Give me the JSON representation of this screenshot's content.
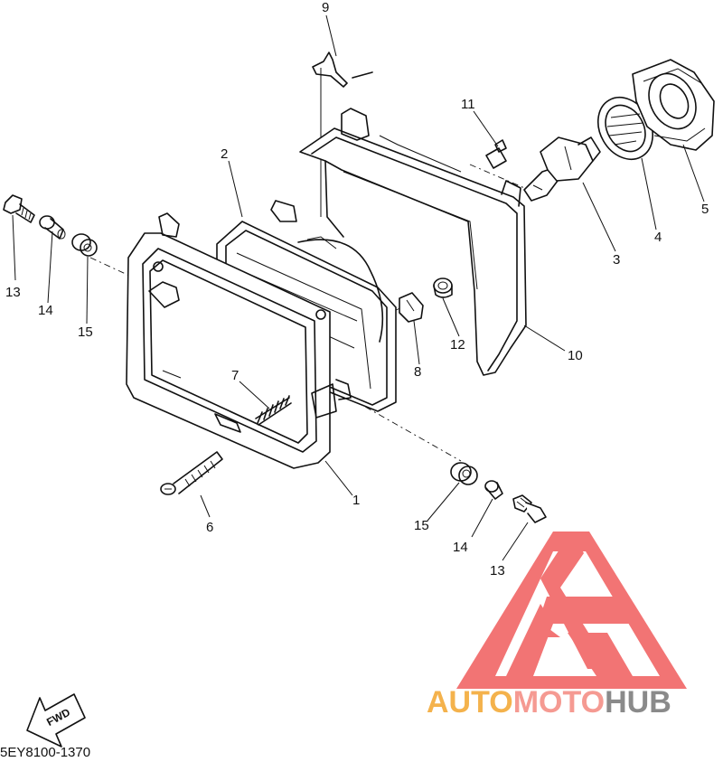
{
  "diagram": {
    "code": "5EY8100-1370",
    "direction_label": "FWD",
    "part_callouts": [
      {
        "id": "c9",
        "label": "9"
      },
      {
        "id": "c11",
        "label": "11"
      },
      {
        "id": "c2",
        "label": "2"
      },
      {
        "id": "c5",
        "label": "5"
      },
      {
        "id": "c4",
        "label": "4"
      },
      {
        "id": "c3",
        "label": "3"
      },
      {
        "id": "c13a",
        "label": "13"
      },
      {
        "id": "c14a",
        "label": "14"
      },
      {
        "id": "c15a",
        "label": "15"
      },
      {
        "id": "c12",
        "label": "12"
      },
      {
        "id": "c8",
        "label": "8"
      },
      {
        "id": "c10",
        "label": "10"
      },
      {
        "id": "c7",
        "label": "7"
      },
      {
        "id": "c1",
        "label": "1"
      },
      {
        "id": "c6",
        "label": "6"
      },
      {
        "id": "c15b",
        "label": "15"
      },
      {
        "id": "c14b",
        "label": "14"
      },
      {
        "id": "c13b",
        "label": "13"
      }
    ]
  },
  "watermark": {
    "parts": [
      {
        "text": "AUTO",
        "color": "#f4b24c"
      },
      {
        "text": "MOTO",
        "color": "#f59a92"
      },
      {
        "text": "HUB",
        "color": "#8a8a8a"
      }
    ],
    "logo_color": "#f26d6d",
    "logo_inner_color": "#ffffff"
  }
}
